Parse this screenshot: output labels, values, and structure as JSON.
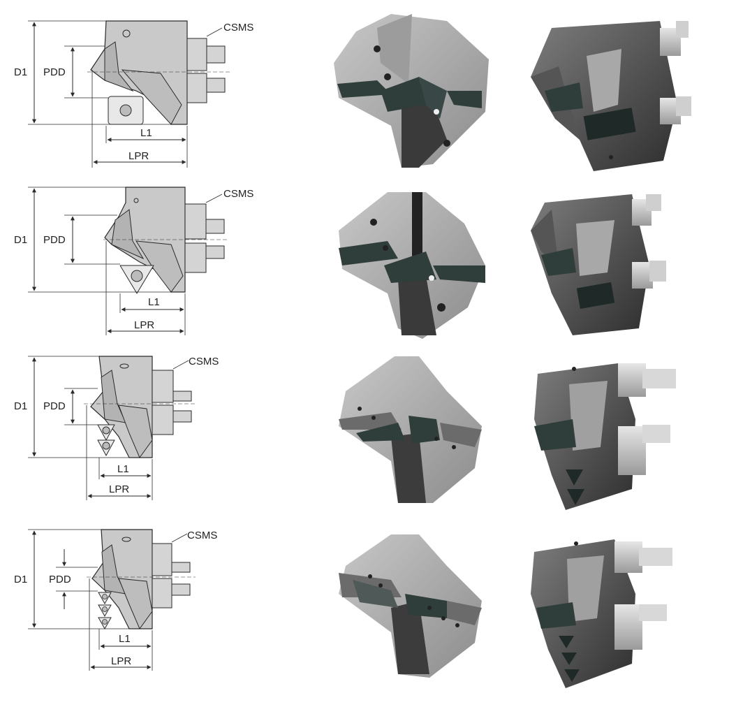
{
  "labels": {
    "d1": "D1",
    "pdd": "PDD",
    "l1": "L1",
    "lpr": "LPR",
    "csms": "CSMS"
  },
  "rows": [
    {
      "id": "row-1",
      "insert_count": 1
    },
    {
      "id": "row-2",
      "insert_count": 1
    },
    {
      "id": "row-3",
      "insert_count": 2
    },
    {
      "id": "row-4",
      "insert_count": 3
    }
  ],
  "colors": {
    "body_gray": "#c9c9c9",
    "line": "#2a2a2a",
    "render_light": "#a6a6a6",
    "render_dark": "#3a3a3a",
    "insert_dark": "#2c3a38"
  }
}
